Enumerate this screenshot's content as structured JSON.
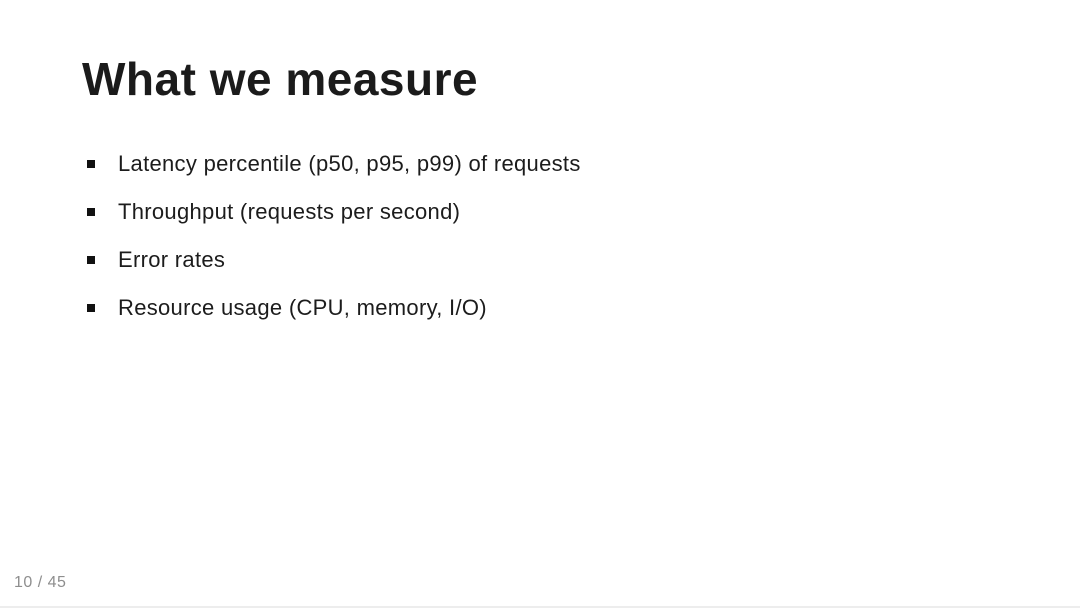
{
  "slide": {
    "title": "What we measure",
    "bullets": [
      "Latency percentile (p50, p95, p99) of requests",
      "Throughput (requests per second)",
      "Error rates",
      "Resource usage (CPU, memory, I/O)"
    ],
    "page_indicator": "10 / 45"
  },
  "colors": {
    "background": "#ffffff",
    "text": "#1c1c1c",
    "muted": "#8e8e8e",
    "bottom_border": "#ededed"
  }
}
